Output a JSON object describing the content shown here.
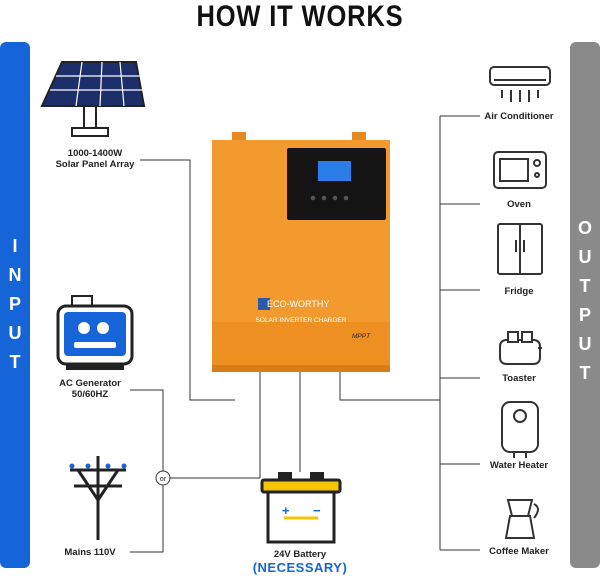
{
  "title": "HOW IT WORKS",
  "input_label": "INPUT",
  "output_label": "OUTPUT",
  "inputs": {
    "solar": "1000-1400W\nSolar Panel Array",
    "generator": "AC Generator\n50/60HZ",
    "mains": "Mains 110V",
    "or": "or"
  },
  "inverter": {
    "brand": "ECO-WORTHY",
    "model": "SOLAR INVERTER CHARGER",
    "mppt": "MPPT"
  },
  "battery": {
    "label": "24V Battery",
    "note": "(NECESSARY)",
    "plus": "+",
    "minus": "−"
  },
  "outputs": [
    {
      "label": "Air Conditioner",
      "icon": "air-conditioner-icon"
    },
    {
      "label": "Oven",
      "icon": "oven-icon"
    },
    {
      "label": "Fridge",
      "icon": "fridge-icon"
    },
    {
      "label": "Toaster",
      "icon": "toaster-icon"
    },
    {
      "label": "Water Heater",
      "icon": "water-heater-icon"
    },
    {
      "label": "Coffee Maker",
      "icon": "coffee-maker-icon"
    }
  ],
  "colors": {
    "input": "#1565d8",
    "output": "#8a8a8a",
    "inverter": "#f39a2e",
    "battery_note": "#1565d8"
  }
}
